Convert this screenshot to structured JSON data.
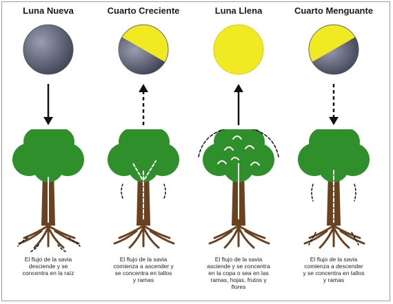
{
  "colors": {
    "moon_dark": "#5a5d72",
    "moon_light": "#f1ea22",
    "foliage": "#2f8f2a",
    "trunk": "#6b4220",
    "sap": "#ffffff"
  },
  "phases": [
    {
      "title": "Luna Nueva",
      "moon": "new",
      "arrow": "down-solid",
      "sap_flow": "roots",
      "caption": [
        "El flujo de la savia",
        "desciende y se",
        "concentra en la raíz"
      ]
    },
    {
      "title": "Cuarto Creciente",
      "moon": "first-quarter",
      "arrow": "up-dashed",
      "sap_flow": "trunk-branches",
      "caption": [
        "El flujo de la savia",
        "comienza a ascender y",
        "se concentra en tallos",
        "y ramas"
      ]
    },
    {
      "title": "Luna Llena",
      "moon": "full",
      "arrow": "up-solid",
      "sap_flow": "canopy",
      "caption": [
        "El flujo de la savia",
        "asciende y se concentra",
        "en la copa o sea en las",
        "ramas, hojas, frutos y",
        "flores"
      ]
    },
    {
      "title": "Cuarto Menguante",
      "moon": "last-quarter",
      "arrow": "down-dashed",
      "sap_flow": "trunk-down",
      "caption": [
        "El flujo de la savia",
        "comienza a descender",
        "y se concentra en tallos",
        "y ramas"
      ]
    }
  ]
}
